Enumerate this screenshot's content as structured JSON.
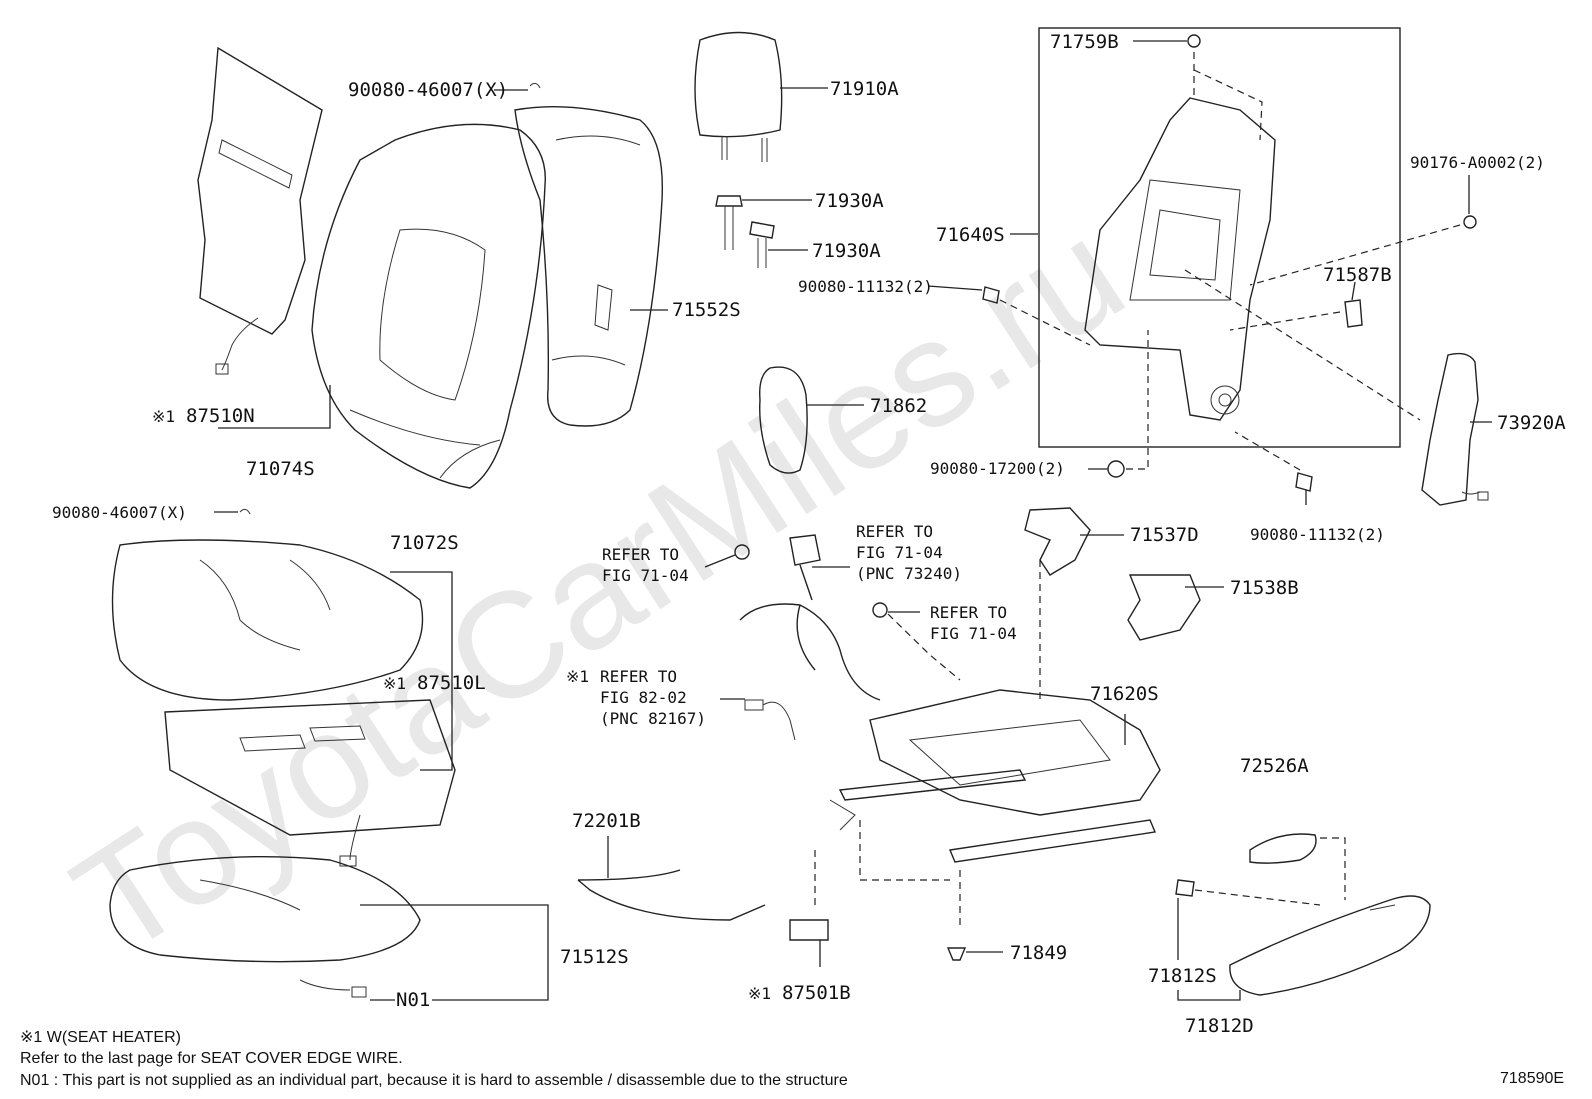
{
  "watermark": "ToyotaCarMiles.ru",
  "labels": {
    "p71759B": "71759B",
    "p90080_46007_top": "90080-46007(X)",
    "p71910A": "71910A",
    "p71930A_1": "71930A",
    "p71930A_2": "71930A",
    "p90176": "90176-A0002(2)",
    "p71640S": "71640S",
    "p90080_11132_left": "90080-11132(2)",
    "p71587B": "71587B",
    "p71552S": "71552S",
    "p71862": "71862",
    "p73920A": "73920A",
    "p87510N": "87510N",
    "p71074S": "71074S",
    "p90080_17200": "90080-17200(2)",
    "p90080_46007_mid": "90080-46007(X)",
    "p90080_11132_right": "90080-11132(2)",
    "p71537D": "71537D",
    "p71072S": "71072S",
    "p71538B": "71538B",
    "p87510L": "87510L",
    "p71620S": "71620S",
    "p72526A": "72526A",
    "p72201B": "72201B",
    "p71512S": "71512S",
    "p71849": "71849",
    "p71812S": "71812S",
    "p87501B": "87501B",
    "pN01": "N01",
    "p71812D": "71812D",
    "mark": "※1"
  },
  "refs": {
    "r1_l1": "REFER TO",
    "r1_l2": "FIG 71-04",
    "r2_l1": "REFER TO",
    "r2_l2": "FIG 71-04",
    "r2_l3": "(PNC 73240)",
    "r3_l1": "REFER TO",
    "r3_l2": "FIG 71-04",
    "r4_l1": "REFER TO",
    "r4_l2": "FIG 82-02",
    "r4_l3": "(PNC 82167)"
  },
  "notes": {
    "n1": "※1  W(SEAT  HEATER)",
    "n2": "Refer to the last page for SEAT COVER EDGE WIRE.",
    "n3": "N01 : This part is not supplied as an individual part, because it is hard to assemble / disassemble due to the structure"
  },
  "figure_code": "718590E"
}
